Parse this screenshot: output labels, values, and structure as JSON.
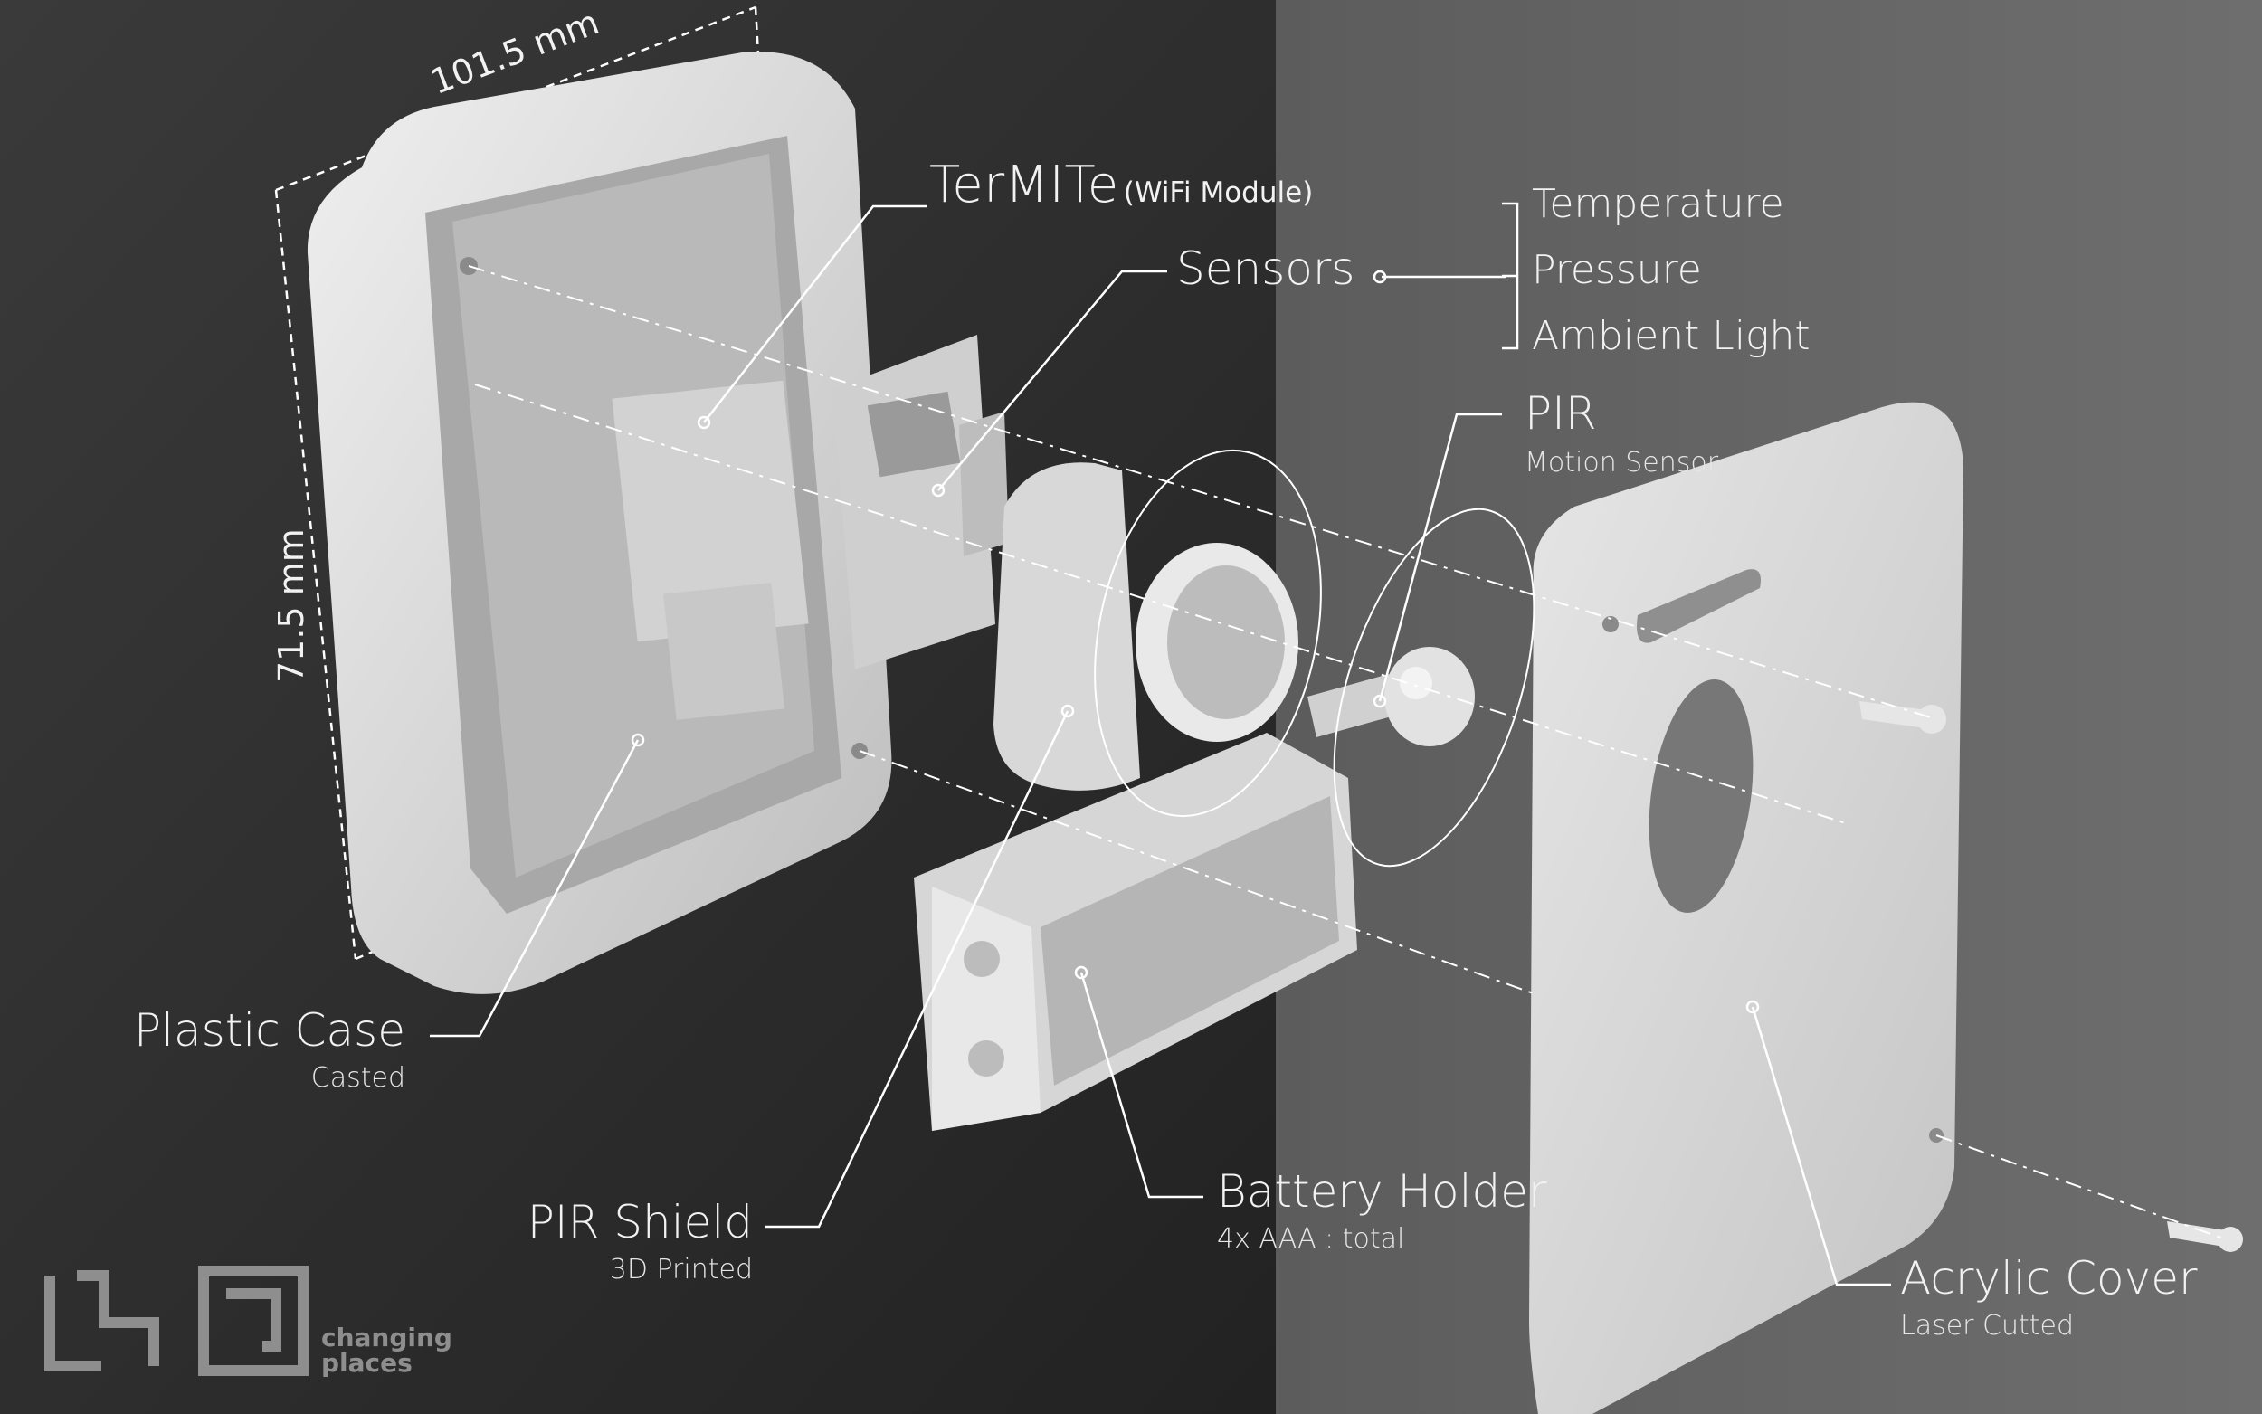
{
  "dimensions": {
    "width_label": "101.5 mm",
    "height_label": "71.5 mm"
  },
  "components": {
    "termite": {
      "title": "TerMITe",
      "note": "(WiFi Module)"
    },
    "sensors": {
      "title": "Sensors",
      "items": [
        "Temperature",
        "Pressure",
        "Ambient Light"
      ]
    },
    "pir": {
      "title": "PIR",
      "subtitle": "Motion Sensor"
    },
    "plastic_case": {
      "title": "Plastic Case",
      "subtitle": "Casted"
    },
    "pir_shield": {
      "title": "PIR Shield",
      "subtitle": "3D Printed"
    },
    "battery_holder": {
      "title": "Battery Holder",
      "subtitle": "4x AAA : total"
    },
    "acrylic_cover": {
      "title": "Acrylic Cover",
      "subtitle": "Laser Cutted"
    }
  },
  "logo": {
    "line1": "changing",
    "line2": "places"
  },
  "colors": {
    "background": "#2b2b2b",
    "part": "#dcdcdc",
    "line": "#ffffff",
    "logo": "#8e8e8e"
  }
}
